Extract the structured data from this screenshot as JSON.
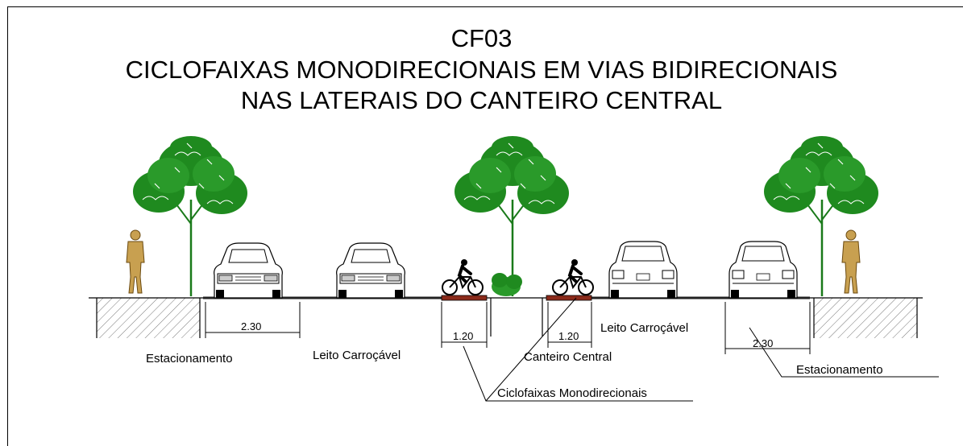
{
  "title": {
    "code": "CF03",
    "line1": "CICLOFAIXAS MONODIRECIONAIS  EM VIAS BIDIRECIONAIS",
    "line2": "NAS LATERAIS  DO CANTEIRO CENTRAL"
  },
  "labels": {
    "estacionamento_left": "Estacionamento",
    "leito_left": "Leito Carroçável",
    "canteiro": "Canteiro Central",
    "leito_right": "Leito Carroçável",
    "estacionamento_right": "Estacionamento",
    "ciclofaixas": "Ciclofaixas Monodirecionais"
  },
  "dimensions": {
    "parking_left": "2.30",
    "bike_left": "1.20",
    "bike_right": "1.20",
    "parking_right": "2.30"
  },
  "colors": {
    "tree": "#1a7a1a",
    "bikelane": "#8b2a1a",
    "person": "#c8a050",
    "line": "#000000"
  }
}
